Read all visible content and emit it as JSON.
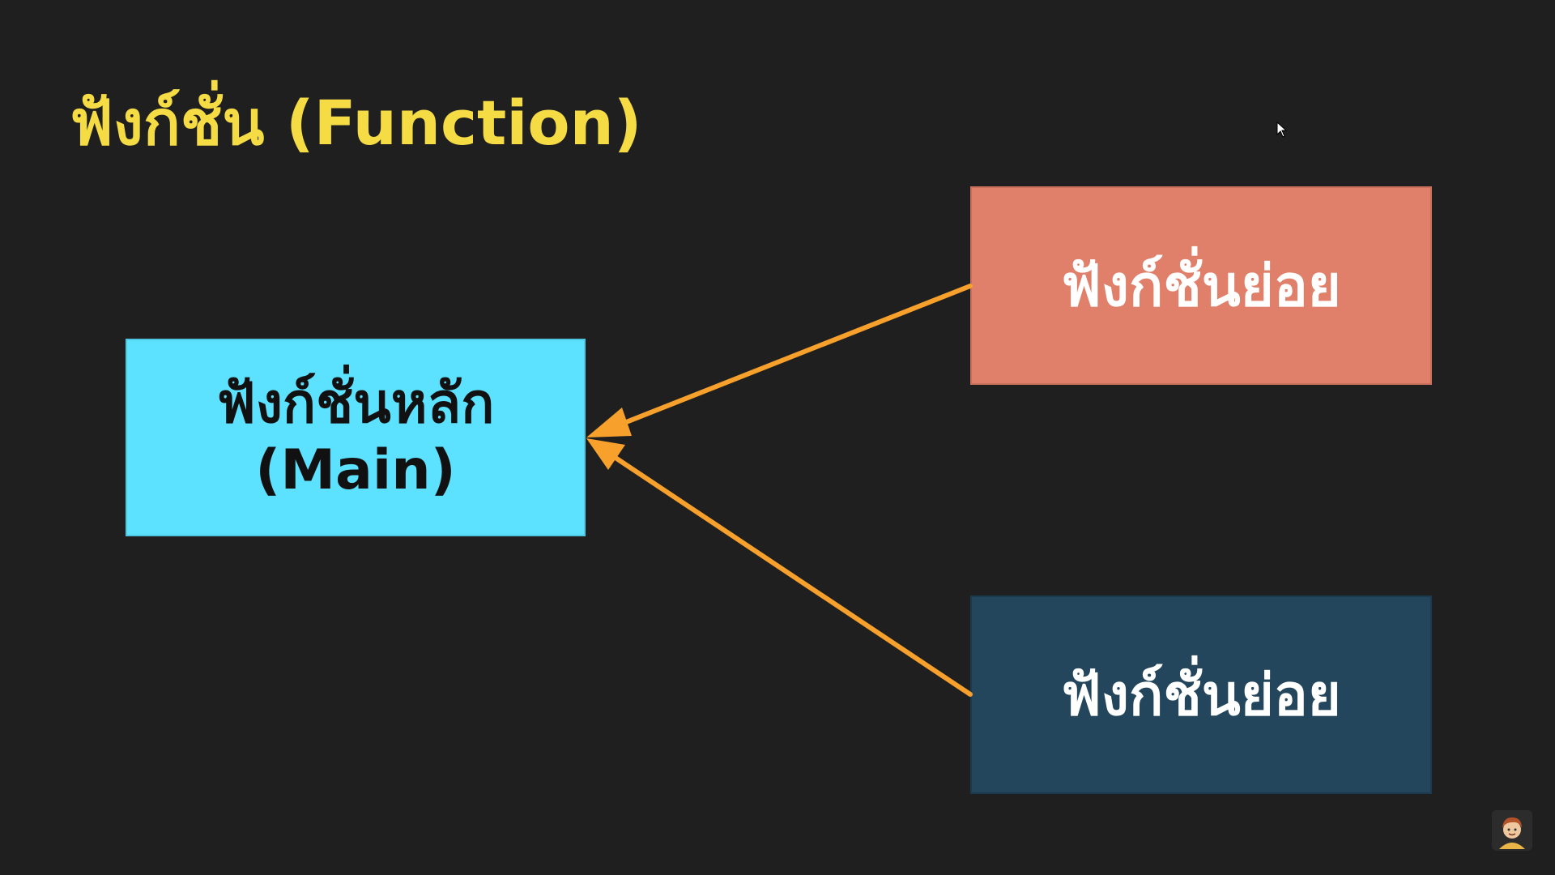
{
  "slide": {
    "title": "ฟังก์ชั่น (Function)",
    "main_box": {
      "line1": "ฟังก์ชั่นหลัก",
      "line2": "(Main)"
    },
    "sub_box_top": {
      "label": "ฟังก์ชั่นย่อย"
    },
    "sub_box_bottom": {
      "label": "ฟังก์ชั่นย่อย"
    }
  },
  "colors": {
    "background": "#1f1f1f",
    "title": "#f5dc44",
    "main_box": "#5ce1ff",
    "sub_box_top": "#e07f6a",
    "sub_box_bottom": "#23465c",
    "arrow": "#f7a02c"
  },
  "icons": {
    "cursor": "mouse-pointer-icon",
    "avatar": "presenter-avatar-icon"
  }
}
